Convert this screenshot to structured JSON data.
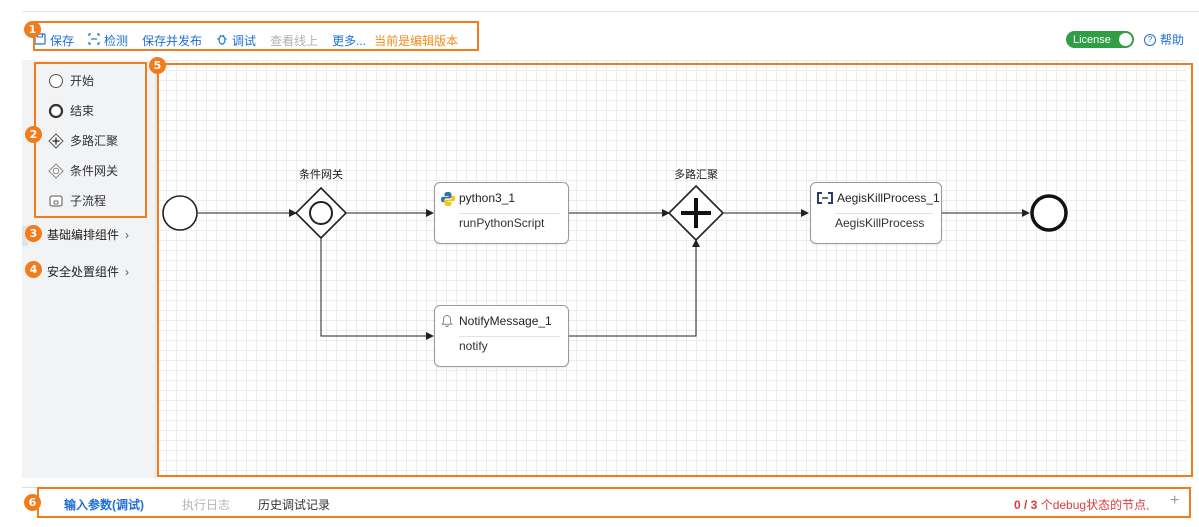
{
  "toolbar": {
    "save": "保存",
    "check": "检测",
    "save_publish": "保存并发布",
    "debug": "调试",
    "view_online": "查看线上",
    "more": "更多...",
    "version_status": "当前是编辑版本"
  },
  "header_right": {
    "license": "License",
    "help": "帮助"
  },
  "palette": {
    "items": [
      {
        "label": "开始",
        "icon": "start-event-icon"
      },
      {
        "label": "结束",
        "icon": "end-event-icon"
      },
      {
        "label": "多路汇聚",
        "icon": "parallel-gateway-icon"
      },
      {
        "label": "条件网关",
        "icon": "exclusive-gateway-icon"
      },
      {
        "label": "子流程",
        "icon": "subprocess-icon"
      }
    ],
    "groups": [
      {
        "label": "基础编排组件"
      },
      {
        "label": "安全处置组件"
      }
    ]
  },
  "diagram": {
    "gateway_condition_label": "条件网关",
    "gateway_parallel_label": "多路汇聚",
    "nodes": [
      {
        "id": "python",
        "name": "python3_1",
        "function": "runPythonScript",
        "icon": "python-icon"
      },
      {
        "id": "notify",
        "name": "NotifyMessage_1",
        "function": "notify",
        "icon": "bell-icon"
      },
      {
        "id": "aegis",
        "name": "AegisKillProcess_1",
        "function": "AegisKillProcess",
        "icon": "aegis-icon"
      }
    ]
  },
  "bottom": {
    "tabs": [
      {
        "label": "输入参数(调试)",
        "state": "active"
      },
      {
        "label": "执行日志",
        "state": "disabled"
      },
      {
        "label": "历史调试记录",
        "state": "normal"
      }
    ],
    "debug_prefix": "0 / 3",
    "debug_suffix": " 个debug状态的节点,",
    "add_symbol": "+"
  },
  "annotations": [
    "1",
    "2",
    "3",
    "4",
    "5",
    "6"
  ],
  "colors": {
    "accent_blue": "#1f6fd6",
    "annotation_orange": "#f27c1c",
    "license_green": "#2f9e44",
    "debug_red": "#e03a3a"
  }
}
